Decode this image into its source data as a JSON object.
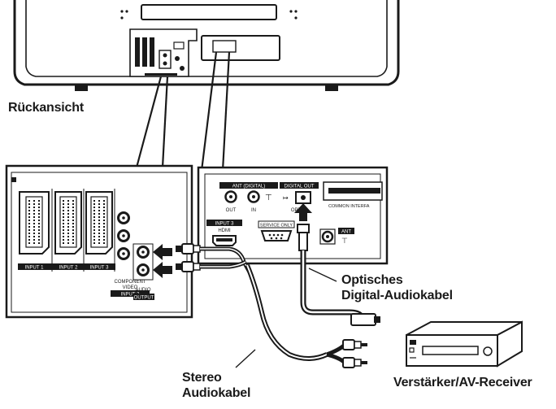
{
  "labels": {
    "rear_view": "Rückansicht",
    "optical_cable": [
      "Optisches",
      "Digital-Audiokabel"
    ],
    "stereo_cable": [
      "Stereo",
      "Audiokabel"
    ],
    "receiver": "Verstärker/AV-Receiver"
  },
  "panel_left": {
    "scart_labels": [
      "INPUT 1",
      "INPUT 2",
      "INPUT 3"
    ],
    "component_lines": [
      "COMPONENT",
      "VIDEO",
      "INPUT 2"
    ],
    "audio_output_lines": [
      "AUDIO",
      "OUTPUT"
    ]
  },
  "panel_right": {
    "ant_digital": "ANT (DIGITAL)",
    "ant_out": "OUT",
    "ant_in": "IN",
    "digital_out": "DIGITAL  OUT",
    "digital_opt": "OPT",
    "common_interface": "COMMON INTERFA",
    "input3_hdmi_lines": [
      "INPUT 3",
      "HDMI"
    ],
    "service_only": "SERVICE ONLY",
    "ant": "ANT"
  }
}
